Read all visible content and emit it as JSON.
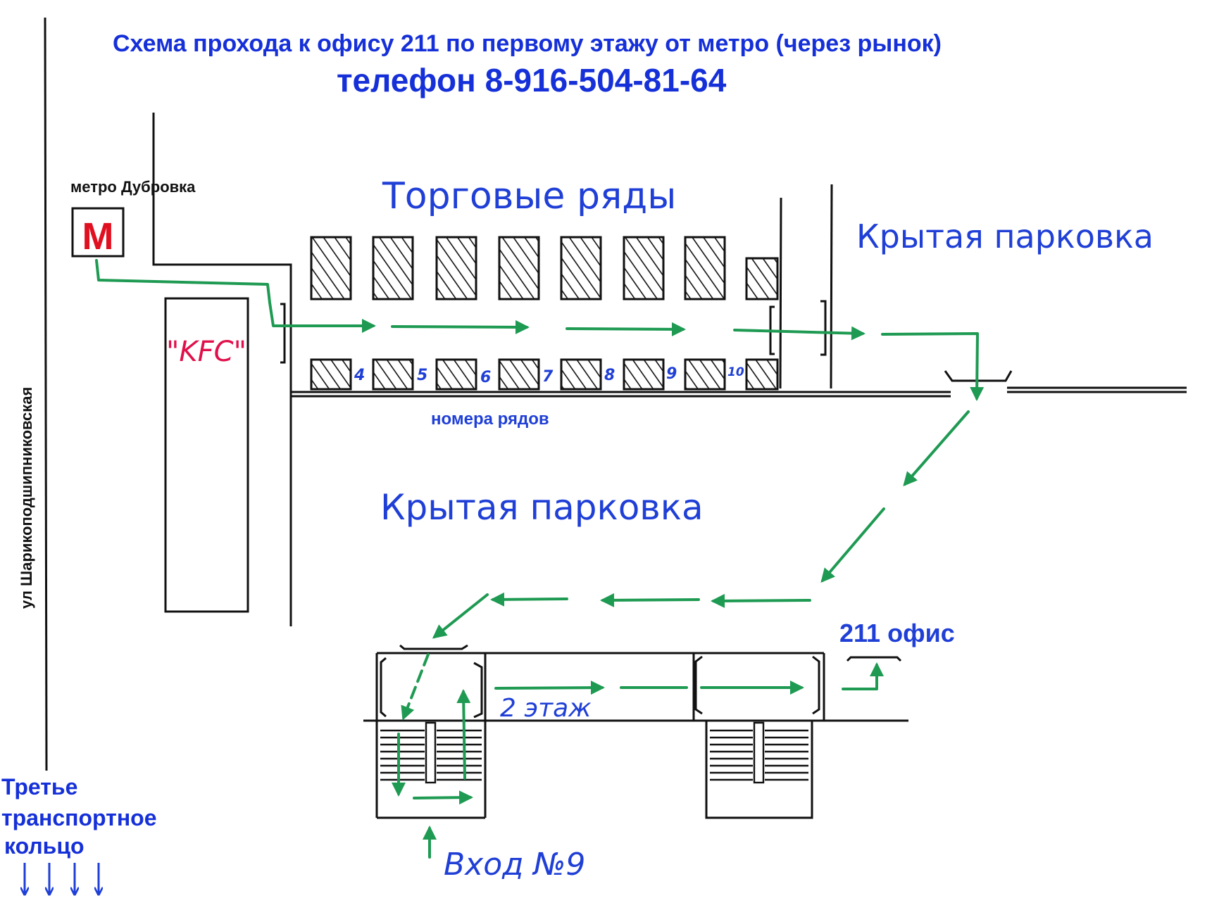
{
  "title": "Схема прохода к офису 211 по первому этажу от метро (через рынок)",
  "phone": "телефон  8-916-504-81-64",
  "metro": {
    "station": "метро Дубровка",
    "logo": "М"
  },
  "street": "ул  Шарикоподшипниковская",
  "kfc": "\"KFC\"",
  "trade_rows": "Торговые ряды",
  "parking_top": "Крытая парковка",
  "parking_middle": "Крытая парковка",
  "row_numbers": [
    "4",
    "5",
    "6",
    "7",
    "8",
    "9",
    "10"
  ],
  "row_numbers_caption": "номера  рядов",
  "office": "211 офис",
  "floor": "2 этаж",
  "entrance": "Вход №9",
  "ring_road": {
    "line1": "Третье",
    "line2": "транспортное",
    "line3": "кольцо"
  },
  "colors": {
    "title": "#1530d8",
    "handwriting": "#1f3fd6",
    "route": "#1e9a52",
    "ink": "#111111",
    "metro_logo": "#e01020",
    "kfc": "#e0104a"
  }
}
